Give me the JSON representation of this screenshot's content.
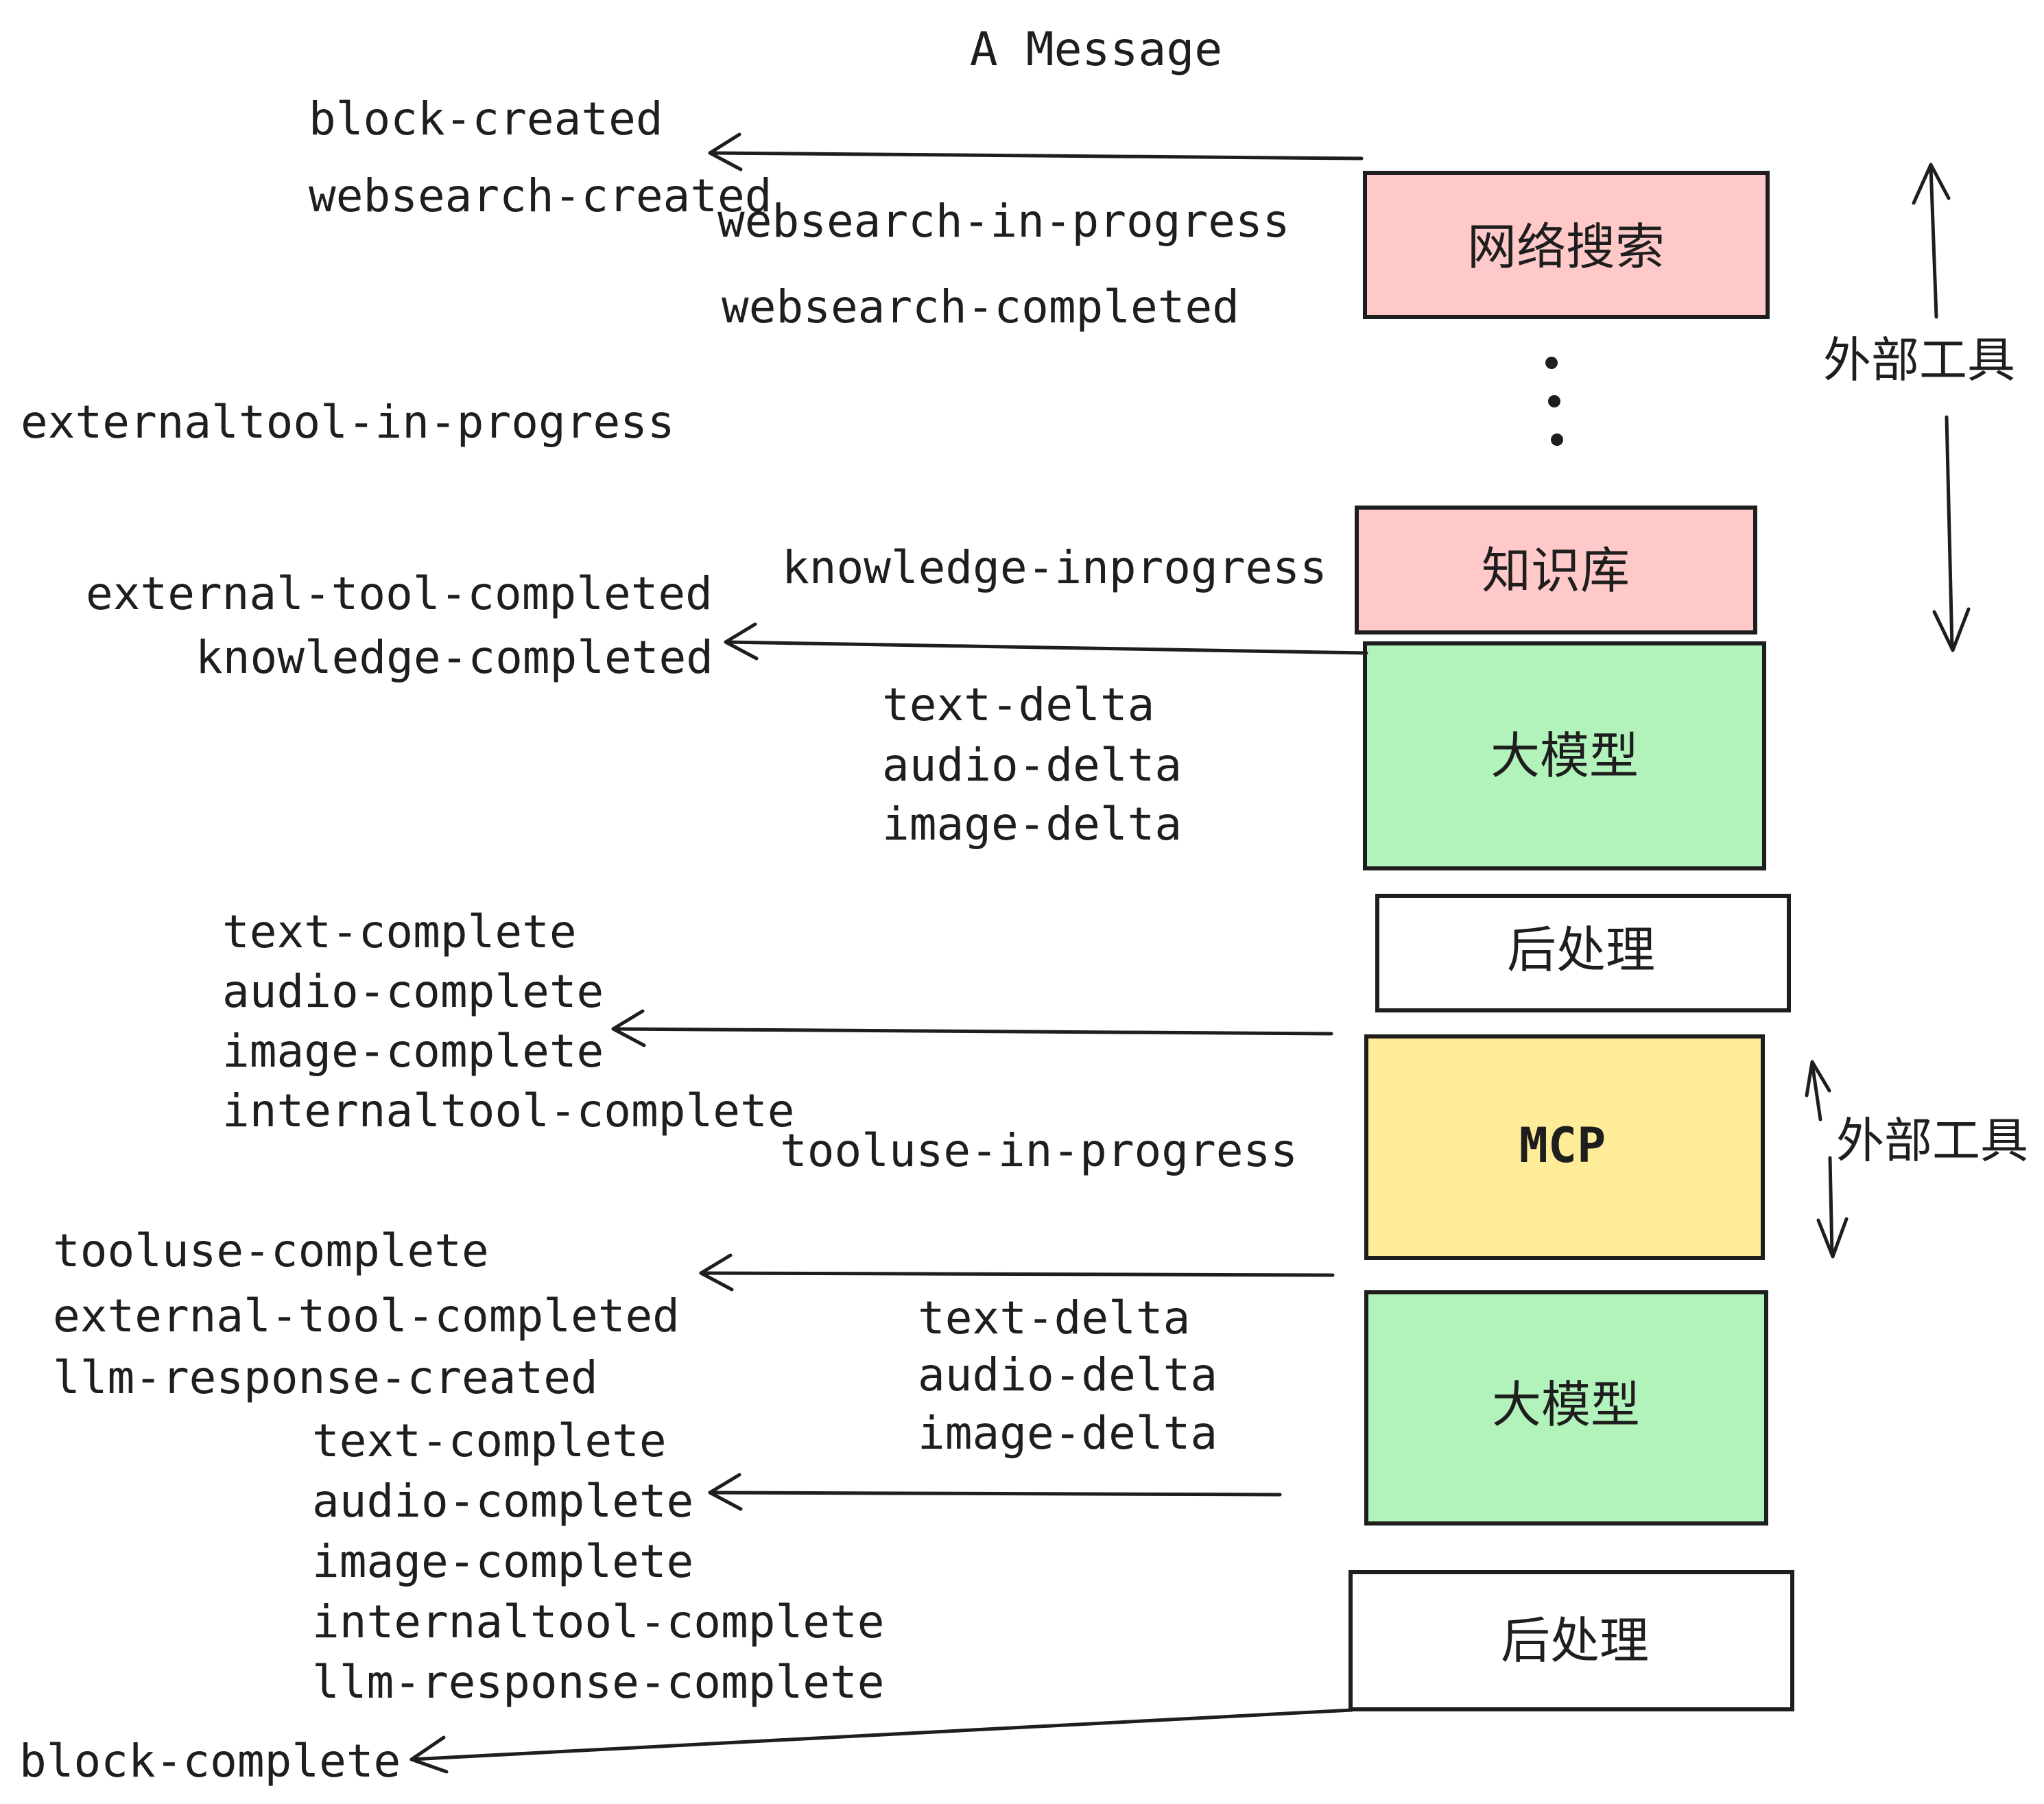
{
  "title": "A Message",
  "colors": {
    "background": "#ffffff",
    "stroke": "#1e1e1e",
    "text": "#1e1e1e",
    "pink": "#ffc9c9",
    "green": "#b2f2bb",
    "yellow": "#ffec99",
    "white": "#ffffff"
  },
  "boxes": {
    "websearch": "网络搜索",
    "knowledge": "知识库",
    "llm1": "大模型",
    "post1": "后处理",
    "mcp": "MCP",
    "llm2": "大模型",
    "post2": "后处理"
  },
  "side_labels": {
    "external_tools_top": "外部工具",
    "external_tools_mcp": "外部工具"
  },
  "events": {
    "block_created": "block-created",
    "websearch_created": "websearch-created",
    "websearch_in_progress": "websearch-in-progress",
    "websearch_completed": "websearch-completed",
    "externaltool_in_progress": "externaltool-in-progress",
    "knowledge_inprogress": "knowledge-inprogress",
    "external_tool_completed_1": "external-tool-completed",
    "knowledge_completed": "knowledge-completed",
    "text_delta_1": "text-delta",
    "audio_delta_1": "audio-delta",
    "image_delta_1": "image-delta",
    "text_complete_1": "text-complete",
    "audio_complete_1": "audio-complete",
    "image_complete_1": "image-complete",
    "internaltool_complete_1": "internaltool-complete",
    "tooluse_in_progress": "tooluse-in-progress",
    "tooluse_complete": "tooluse-complete",
    "external_tool_completed_2": "external-tool-completed",
    "llm_response_created": "llm-response-created",
    "text_delta_2": "text-delta",
    "audio_delta_2": "audio-delta",
    "image_delta_2": "image-delta",
    "text_complete_2": "text-complete",
    "audio_complete_2": "audio-complete",
    "image_complete_2": "image-complete",
    "internaltool_complete_2": "internaltool-complete",
    "llm_response_complete": "llm-response-complete",
    "block_complete": "block-complete"
  }
}
